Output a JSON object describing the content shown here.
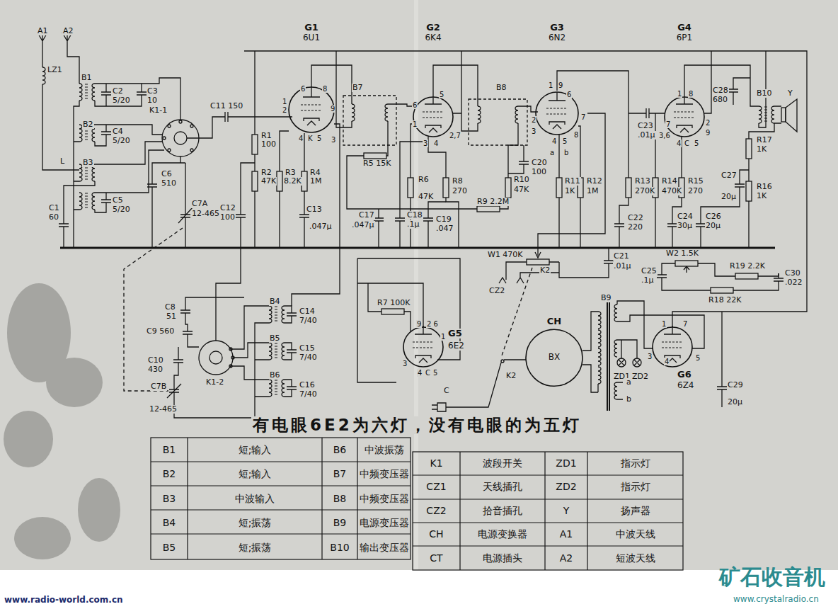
{
  "diagram": {
    "title": "有电眼6E2为六灯，没有电眼的为五灯",
    "nodes": [
      {
        "text": [
          "G1",
          "6U1"
        ]
      },
      {
        "text": [
          "G2",
          "6K4"
        ]
      },
      {
        "text": [
          "G3",
          "6N2"
        ]
      },
      {
        "text": [
          "G4",
          "6P1"
        ]
      },
      {
        "text": [
          "G5",
          "6E2"
        ]
      },
      {
        "text": [
          "G6",
          "6Z4"
        ]
      },
      {
        "text": [
          "CH",
          "BX"
        ]
      }
    ],
    "labels": [
      "A1",
      "A2",
      "LZ1",
      "B1",
      "C2",
      "5/20",
      "C3",
      "10",
      "B2",
      "C4",
      "5/20",
      "L",
      "B3",
      "C1",
      "60",
      "C5",
      "5/20",
      "K1-1",
      "C6",
      "510",
      "C7A",
      "12-465",
      "C11 150",
      "R1",
      "100",
      "R2",
      "47K",
      "R3",
      "8.2K",
      "R4",
      "1M",
      "C12",
      "100",
      "C13",
      ".047μ",
      "B7",
      "R5 15K",
      "R6",
      "47K",
      "R8",
      "270",
      "C17",
      ".047μ",
      "C18",
      ".1μ",
      "C19",
      ".047",
      "B8",
      "R9 2.2M",
      "R10",
      "47K",
      "C20",
      "100",
      "R11",
      "1K",
      "R12",
      "1M",
      "R13",
      "270K",
      "C22",
      "220",
      "C23",
      ".01μ",
      "R14",
      "470K",
      "R15",
      "270",
      "C24",
      "30μ",
      "C26",
      "20μ",
      "C28",
      "680",
      "B10",
      "Y",
      "R17",
      "1K",
      "C27",
      "20μ",
      "R16",
      "1K",
      "W1 470K",
      "K2",
      "C21",
      ".01μ",
      "CZ2",
      "C25",
      ".1μ",
      "W2 1.5K",
      "R19 2.2K",
      "C30",
      ".022",
      "R18 22K",
      "C8",
      "51",
      "C9 560",
      "C10",
      "430",
      "C7B",
      "12-465",
      "K1-2",
      "B4",
      "C14",
      "7/40",
      "B5",
      "C15",
      "7/40",
      "B6",
      "C16",
      "7/40",
      "R7 100K",
      "K2",
      "C",
      "B9",
      "ZD1",
      "ZD2",
      "a",
      "b",
      "C29",
      "20μ",
      "6",
      "8",
      "1",
      "2",
      "4",
      "K",
      "5",
      "3",
      "9",
      "5",
      "6",
      "1",
      "2,7",
      "3",
      "4",
      "1",
      "9",
      "6",
      "2",
      "3",
      "7",
      "8",
      "4",
      "5",
      "a",
      "b",
      "1",
      "8",
      "7",
      "2",
      "9",
      "3,6",
      "4",
      "C",
      "5",
      "9",
      "2 6",
      "1",
      "3",
      "4",
      "C",
      "5",
      "1",
      "7",
      "3",
      "4",
      "5",
      "B1",
      "短;输入",
      "B6",
      "中波振荡",
      "B2",
      "短;输入",
      "B7",
      "中频变压器",
      "B3",
      "中波输入",
      "B8",
      "中频变压器",
      "B4",
      "短;振荡",
      "B9",
      "电源变压器",
      "B5",
      "短;振荡",
      "B10",
      "输出变压器",
      "K1",
      "波段开关",
      "ZD1",
      "指示灯",
      "CZ1",
      "天线插孔",
      "ZD2",
      "指示灯",
      "CZ2",
      "拾音插孔",
      "Y",
      "扬声器",
      "CH",
      "电源变换器",
      "A1",
      "中波天线",
      "CT",
      "电源插头",
      "A2",
      "短波天线",
      "www.radio-world.com.cn",
      "矿石收音机",
      "www.crystalradio.cn"
    ]
  }
}
